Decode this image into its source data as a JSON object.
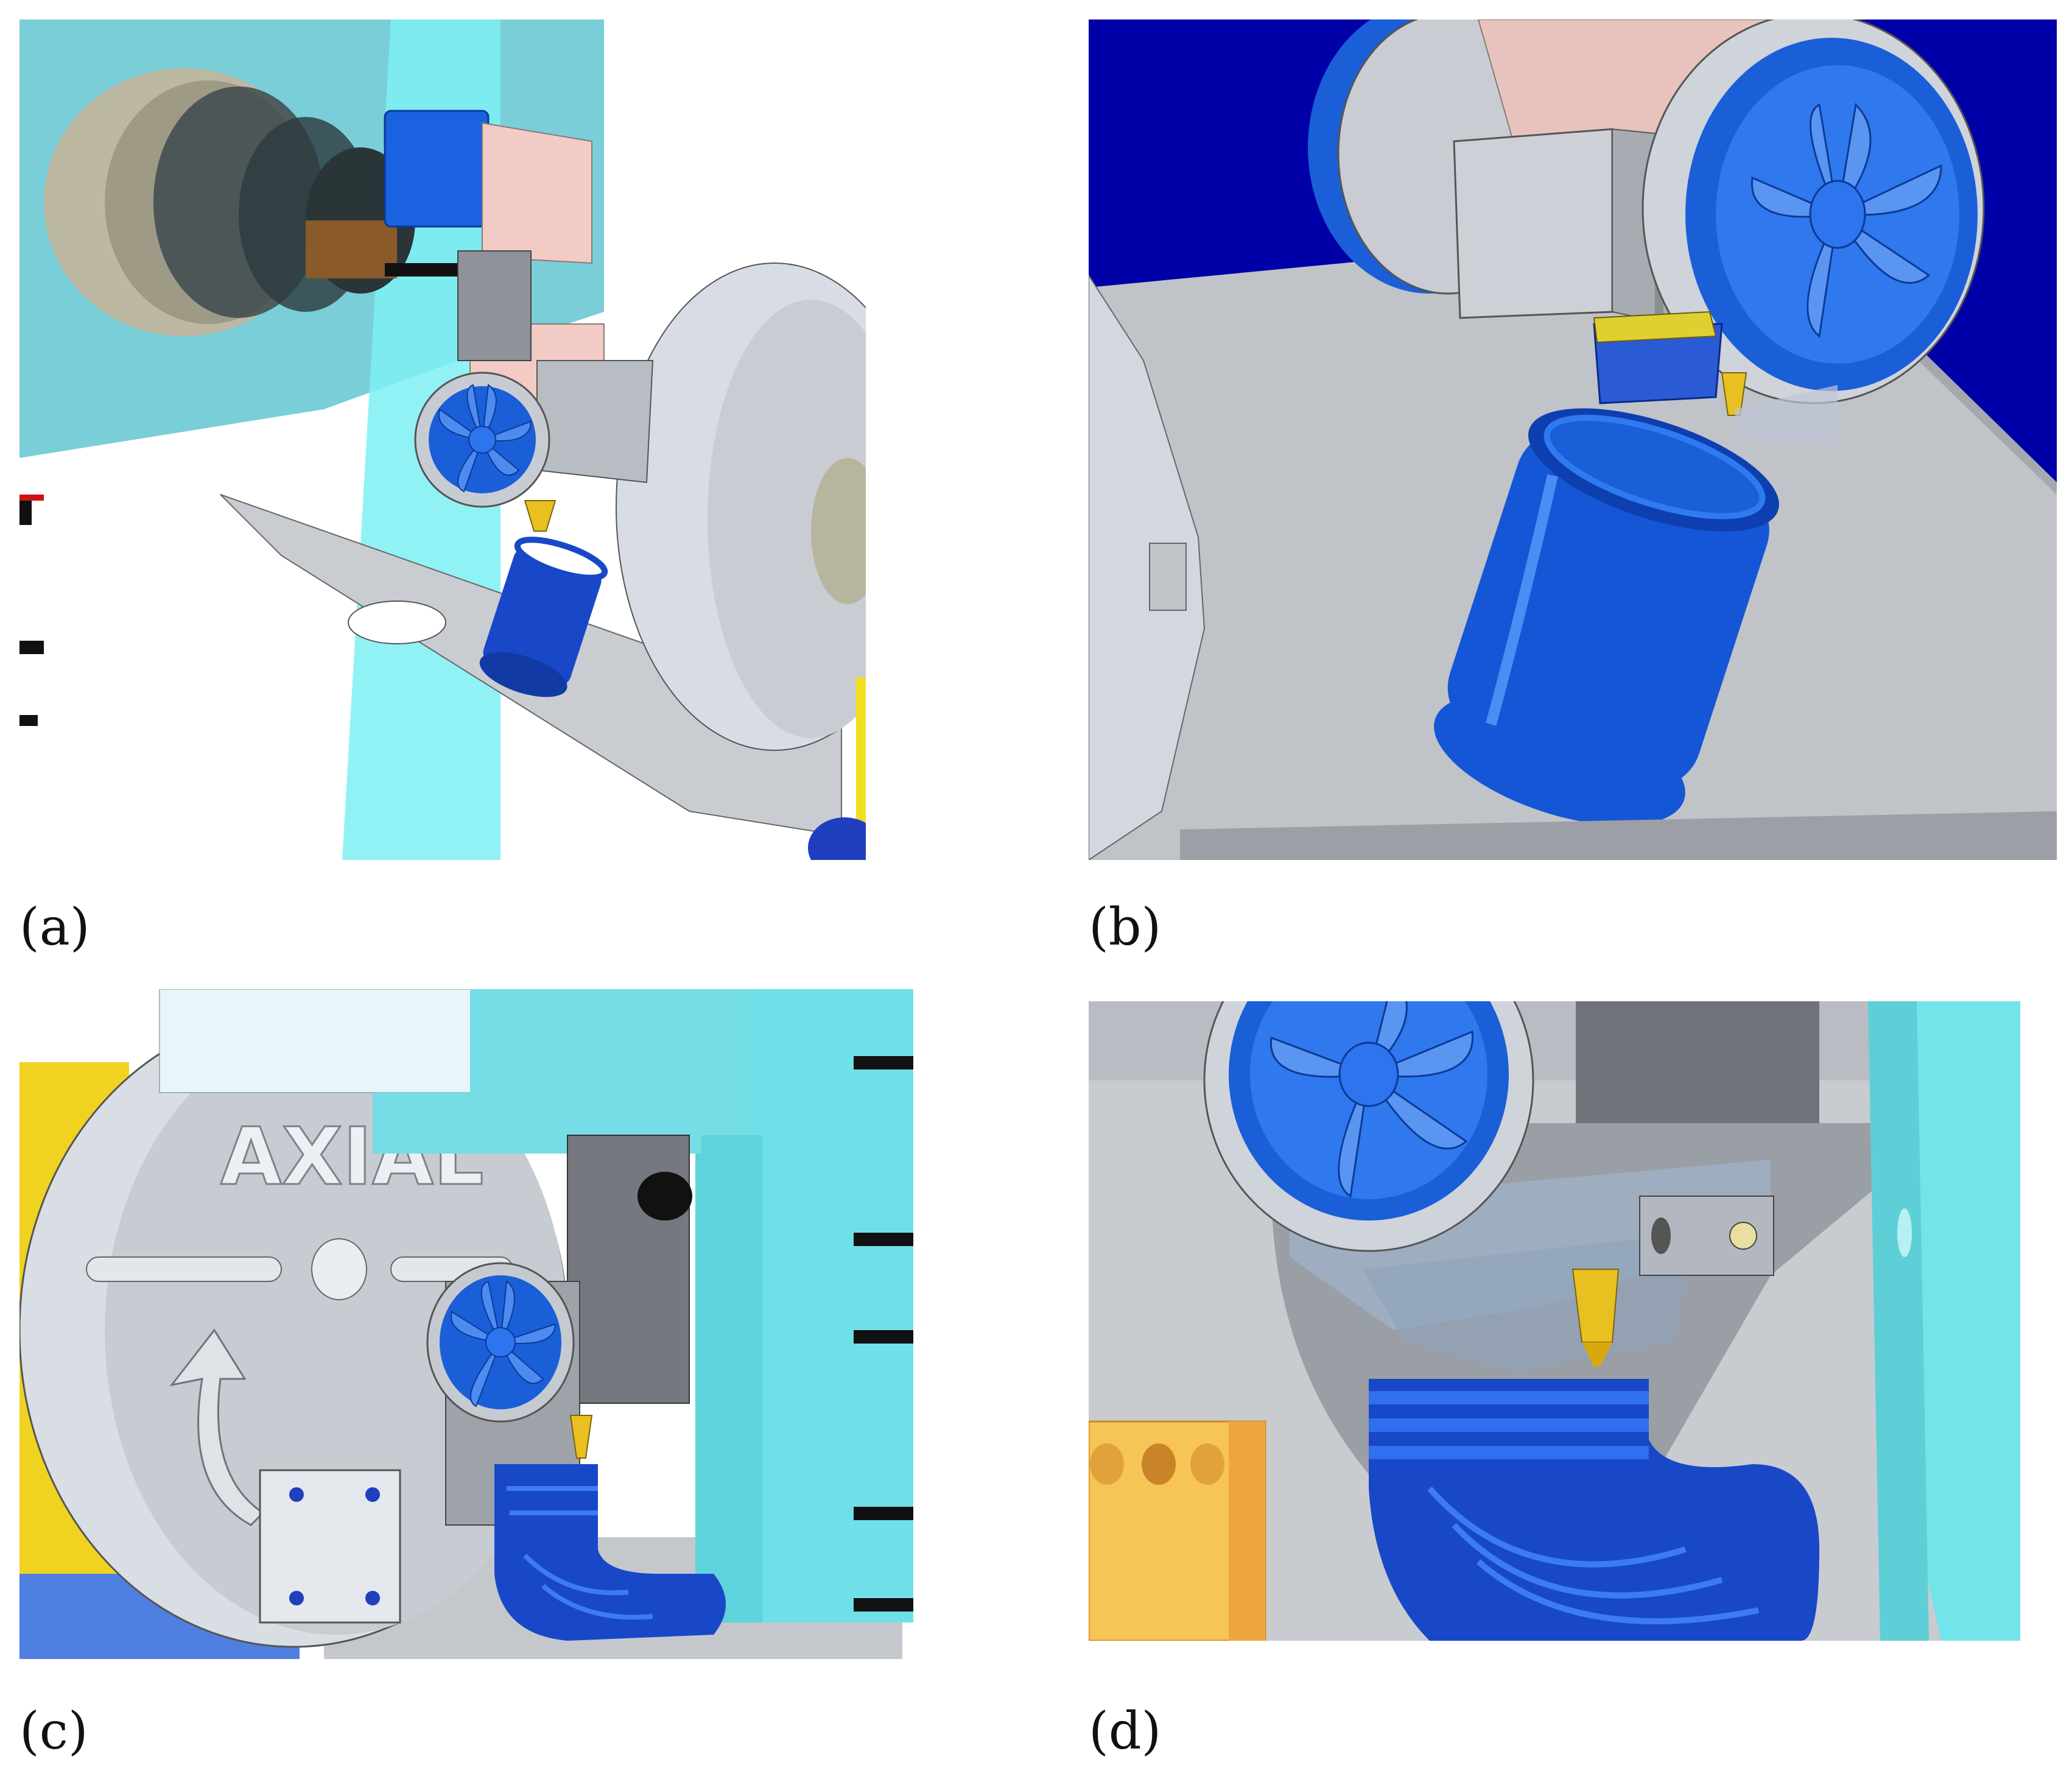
{
  "figure": {
    "panels": [
      {
        "id": "a",
        "caption": "(a)"
      },
      {
        "id": "b",
        "caption": "(b)"
      },
      {
        "id": "c",
        "caption": "(c)",
        "embossed_text": "AXIAL"
      },
      {
        "id": "d",
        "caption": "(d)"
      }
    ]
  },
  "colors": {
    "part_blue": "#1554d6",
    "cyan_frame": "#6fe6ee",
    "background_blue": "#0000a8",
    "plate_gray": "#c4c7cc",
    "nozzle_yellow": "#e8c020",
    "bracket_pink": "#f0c6c0",
    "block_orange": "#f5b948"
  },
  "icons": [
    "fan-icon",
    "nozzle-icon",
    "arrow-icon"
  ]
}
